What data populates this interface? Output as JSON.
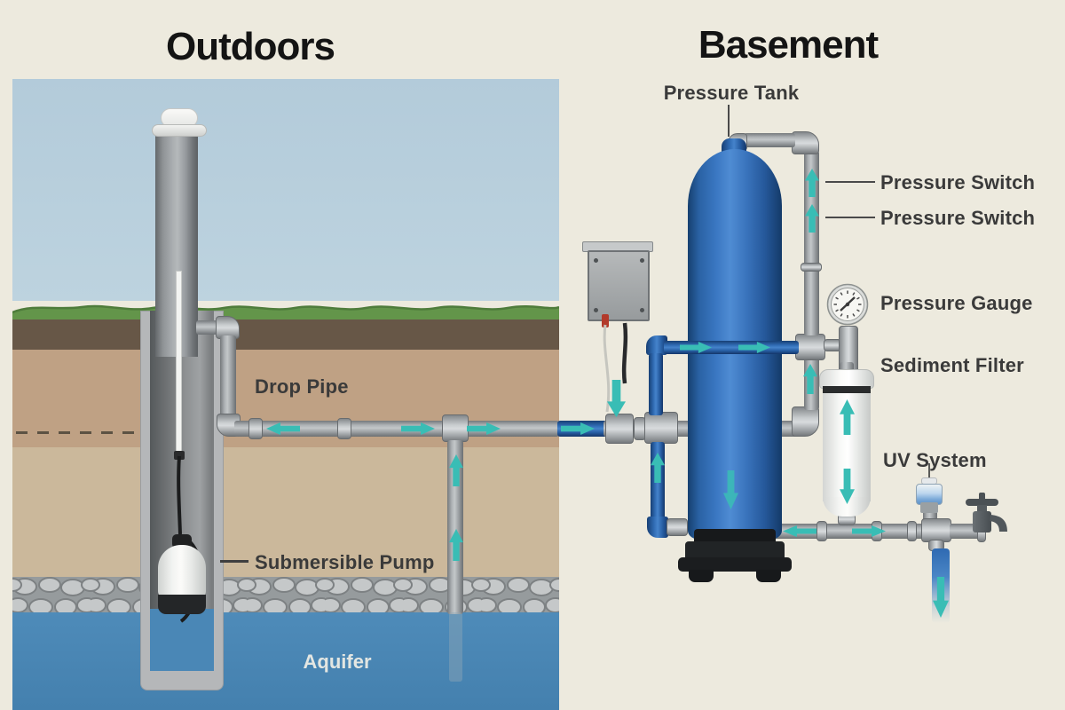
{
  "titles": {
    "outdoors": "Outdoors",
    "basement": "Basement"
  },
  "labels": {
    "pressure_tank": "Pressure Tank",
    "pressure_switch_1": "Pressure Switch",
    "pressure_switch_2": "Pressure Switch",
    "pressure_gauge": "Pressure Gauge",
    "sediment_filter": "Sediment Filter",
    "uv_system": "UV System",
    "drop_pipe": "Drop Pipe",
    "submersible_pump": "Submersible Pump",
    "aquifer": "Aquifer"
  },
  "palette": {
    "background": "#edeade",
    "sky": "#b7cedc",
    "grass": "#63954a",
    "soil_dark": "#675747",
    "soil_upper": "#bfa184",
    "soil_lower": "#cbb89b",
    "stone_fill": "#c5c8c9",
    "water": "#4a87b6",
    "pipe_gray": "#a8acaf",
    "pipe_blue": "#2a66ac",
    "flow_arrow_teal": "#39bdb5",
    "tank_blue": "#3a77c2",
    "tank_base_black": "#202224",
    "pump_white": "#f4f5f3",
    "filter_white": "#f6f7f5",
    "label_text": "#3a3a3a",
    "title_text": "#141414",
    "aquifer_text": "#e3e6e2"
  }
}
